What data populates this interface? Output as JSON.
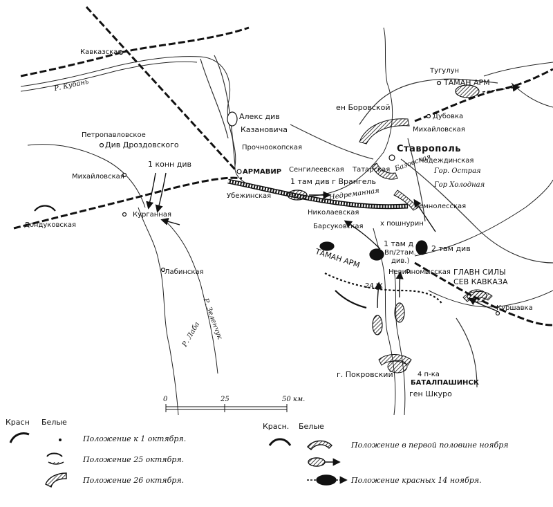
{
  "places": {
    "kavkazskaya": "Кавказская",
    "petropavlovskoe": "Петропавловское",
    "div_drozdovskogo": "Див Дроздовского",
    "konn_div_1": "1 конн див",
    "mikhailovskaya_w": "Михайловская",
    "dondukovskaya": "Дондуковская",
    "kurgannaya": "Курганная",
    "labinskaya": "Лабинская",
    "aleks_div": "Алекс див",
    "kazanovicha": "Казановича",
    "prochnookopskaya": "Прочноокопская",
    "armavir": "АРМАВИР",
    "ubezhinskaya": "Убежинская",
    "sengileevskaya": "Сенгилеевская",
    "tam_div_vrangel": "1 там див г Врангель",
    "tatarskaya": "Татарская",
    "gen_borovskoi": "ен Боровской",
    "mikhailovskaya_e": "Михайловская",
    "stavropol": "Ставрополь",
    "nadezhdinskaya": "Надеждинская",
    "bazovskaya": "Базовская",
    "gor_ostraya": "Гор. Острая",
    "gor_kholodnaya": "Гор Холодная",
    "g_nedremannaya": "Г Недреманная",
    "temnolesskaya": "Темнолесская",
    "nikolaevskaya": "Николаевская",
    "barsukovskaya": "Барсуковская",
    "poshnurin": "х пошнурин",
    "tugulun": "Тугулун",
    "taman_arm_ne": "ТАМАН АРМ",
    "dubovka": "Дубовка",
    "tam_d_1": "1 там д",
    "vp_2_tam_div": "Вп/2там.",
    "div_label": "див.)",
    "tam_div_2": "2 там див",
    "taman_arm_s": "ТАМАН АРМ",
    "nevinnomysskaya": "Невинномысская",
    "glavn_sily": "ГЛАВН СИЛЫ",
    "sev_kavkaza": "СЕВ КАВКАЗА",
    "kurshavka": "Куршавка",
    "day_24_ix": "24 IX",
    "g_pokrovsky": "г. Покровский",
    "four_p_ka": "4 п-ка",
    "batalpashinsk": "БАТАЛПАШИНСК",
    "gen_shkuro": "ген Шкуро"
  },
  "rivers": {
    "kuban": "Р. Кубань",
    "b_zelenchuk": "Р. Зеленчук",
    "b_laba": "Р. Лаба"
  },
  "scale": {
    "zero": "0",
    "mid": "25",
    "end": "50 км."
  },
  "legend": {
    "left_header_red": "Красн",
    "left_header_white": "Белые",
    "item1": "Положение к 1 октября.",
    "item2": "Положение 25 октября.",
    "item3": "Положение 26 октября.",
    "right_header_red": "Красн.",
    "right_header_white": "Белые",
    "item4": "Положение в первой половине ноября",
    "item5": "Положение красных 14 ноября."
  }
}
